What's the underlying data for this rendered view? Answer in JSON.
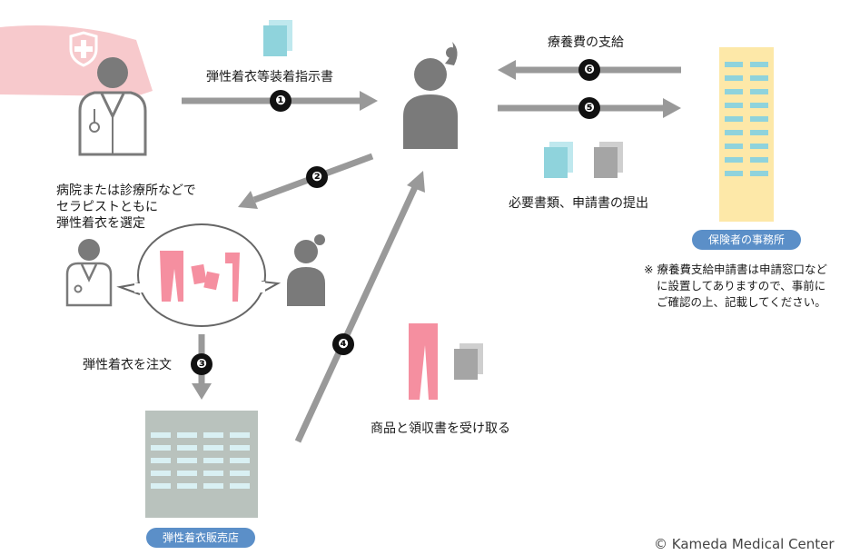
{
  "labels": {
    "prescription": "弾性着衣等装着指示書",
    "select_line1": "病院または診療所などで",
    "select_line2": "セラピストともに",
    "select_line3": "弾性着衣を選定",
    "order": "弾性着衣を注文",
    "receive": "商品と領収書を受け取る",
    "payment": "療養費の支給",
    "submit": "必要書類、申請書の提出"
  },
  "steps": [
    "❶",
    "❷",
    "❸",
    "❹",
    "❺",
    "❻"
  ],
  "badges": {
    "insurer": "保険者の事務所",
    "shop": "弾性着衣販売店"
  },
  "note": {
    "line1": "※ 療養費支給申請書は申請窓口など",
    "line2": "に設置してありますので、事前に",
    "line3": "ご確認の上、記載してください。"
  },
  "credit": "© Kameda Medical Center",
  "colors": {
    "person": "#7a7a7a",
    "arrow": "#999999",
    "pink": "#f58fa0",
    "hospital_banner": "#f7c9cc",
    "insurer_building": "#fde8a8",
    "window_blue": "#8fd3dc",
    "shop_building": "#b9c2bd",
    "doc_teal": "#8fd3dc",
    "doc_gray": "#a5a5a5",
    "badge_blue": "#5b8fc8"
  }
}
